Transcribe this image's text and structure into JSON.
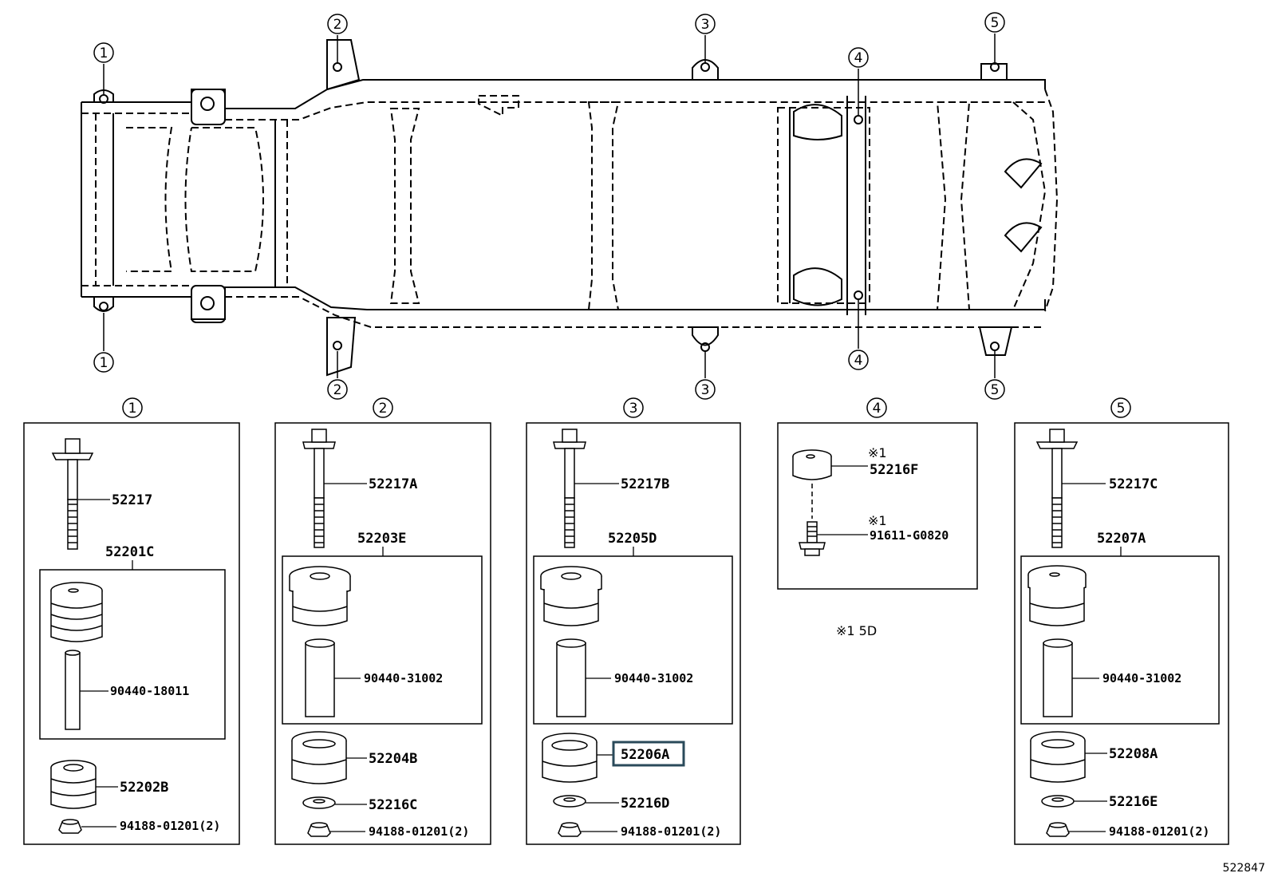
{
  "frame_callouts": [
    "1",
    "2",
    "3",
    "4",
    "5"
  ],
  "details": [
    {
      "number": "1",
      "bolt": "52217",
      "assembly": "52201C",
      "sleeve": "90440-18011",
      "lower_cushion": "52202B",
      "nut": "94188-01201(2)"
    },
    {
      "number": "2",
      "bolt": "52217A",
      "assembly": "52203E",
      "sleeve": "90440-31002",
      "lower_cushion": "52204B",
      "washer": "52216C",
      "nut": "94188-01201(2)"
    },
    {
      "number": "3",
      "bolt": "52217B",
      "assembly": "52205D",
      "sleeve": "90440-31002",
      "lower_cushion": "52206A",
      "washer": "52216D",
      "nut": "94188-01201(2)"
    },
    {
      "number": "4",
      "cushion_mark": "※1",
      "cushion": "52216F",
      "bolt_mark": "※1",
      "bolt": "91611-G0820"
    },
    {
      "number": "5",
      "bolt": "52217C",
      "assembly": "52207A",
      "sleeve": "90440-31002",
      "lower_cushion": "52208A",
      "washer": "52216E",
      "nut": "94188-01201(2)"
    }
  ],
  "footnote": "※1 5D",
  "diagram_code": "522847",
  "colors": {
    "line": "#000000",
    "selection": "#2a4a5a"
  }
}
